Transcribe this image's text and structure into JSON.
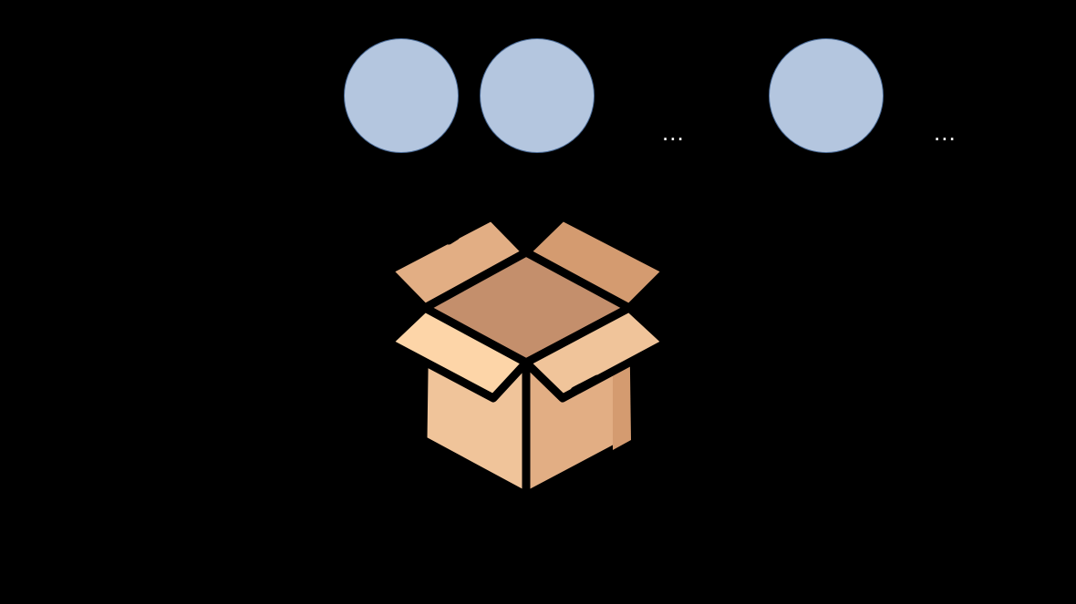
{
  "diagram": {
    "items": [
      {
        "shape": "circle"
      },
      {
        "shape": "circle"
      },
      {
        "shape": "circle"
      }
    ],
    "ellipses": [
      "...",
      "..."
    ],
    "container_icon": "open-box-icon"
  },
  "colors": {
    "background": "#000000",
    "circle_fill": "#b4c6df",
    "circle_stroke": "#4a6a96",
    "ellipsis_text": "#ffffff",
    "box_outline": "#000000",
    "box_inner": "#c48f6c",
    "box_left": "#f0c49a",
    "box_right": "#e2ae84",
    "box_right_shade": "#d49b70",
    "flap_back_left": "#e2ae84",
    "flap_back_right": "#d49b70",
    "flap_front_left": "#fdd5a8",
    "flap_front_right": "#f0c49a"
  }
}
